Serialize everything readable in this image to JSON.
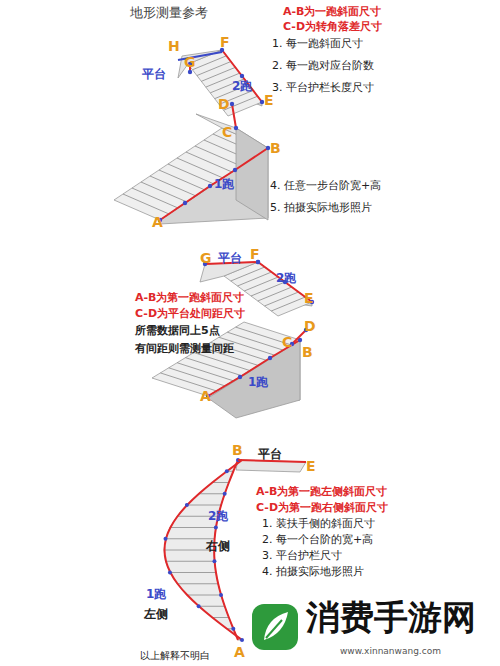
{
  "diagram": {
    "title": "地形测量参考",
    "labels": [
      "A-B为一跑斜面尺寸",
      "C-D为转角落差尺寸",
      "1. 每一跑斜面尺寸",
      "2. 每一跑对应台阶数",
      "3. 平台护栏长度尺寸",
      "4. 任意一步台阶宽+高",
      "5. 拍摄实际地形照片",
      "H",
      "F",
      "G",
      "平台",
      "2跑",
      "D",
      "E",
      "C",
      "B",
      "1跑",
      "A",
      "G",
      "平台",
      "F",
      "2跑",
      "E",
      "A-B为第一跑斜面尺寸",
      "C-D为平台处间距尺寸",
      "所需数据同上5点",
      "有间距则需测量间距",
      "D",
      "C",
      "B",
      "1跑",
      "A",
      "B",
      "平台",
      "E",
      "A-B为第一跑左侧斜面尺寸",
      "C-D为第一跑右侧斜面尺寸",
      "1. 装扶手侧的斜面尺寸",
      "2. 每一个台阶的宽+高",
      "3. 平台护栏尺寸",
      "4. 拍摄实际地形照片",
      "2跑",
      "右侧",
      "1跑",
      "左侧",
      "A",
      "以上解释不明白",
      "消费手游网",
      "www.xinnanwang.com"
    ]
  }
}
